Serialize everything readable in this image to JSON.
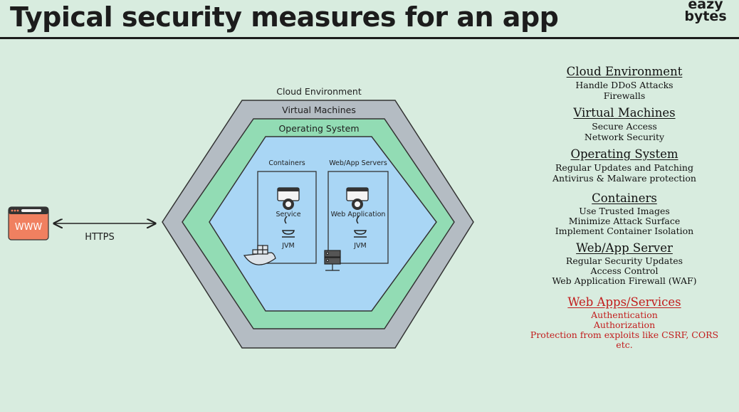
{
  "title": "Typical security measures for an app",
  "logo": {
    "line1": "eazy",
    "line2": "bytes"
  },
  "diagram": {
    "browser_label": "WWW",
    "connection_label": "HTTPS",
    "layers": {
      "cloud": "Cloud Environment",
      "vm": "Virtual Machines",
      "os": "Operating System"
    },
    "containers": {
      "title": "Containers",
      "service": "Service",
      "runtime": "JVM"
    },
    "servers": {
      "title": "Web/App Servers",
      "app": "Web Application",
      "runtime": "JVM"
    }
  },
  "measures": [
    {
      "heading": "Cloud Environment",
      "items": [
        "Handle DDoS Attacks",
        "Firewalls"
      ]
    },
    {
      "heading": "Virtual Machines",
      "items": [
        "Secure Access",
        "Network Security"
      ]
    },
    {
      "heading": "Operating System",
      "items": [
        "Regular Updates and Patching",
        "Antivirus & Malware protection"
      ]
    },
    {
      "heading": "Containers",
      "items": [
        "Use Trusted Images",
        "Minimize Attack Surface",
        "Implement Container Isolation"
      ]
    },
    {
      "heading": "Web/App Server",
      "items": [
        "Regular Security Updates",
        "Access Control",
        "Web Application Firewall (WAF)"
      ]
    },
    {
      "heading": "Web Apps/Services",
      "items": [
        "Authentication",
        "Authorization",
        "Protection from exploits like CSRF, CORS",
        "etc."
      ]
    }
  ],
  "colors": {
    "background": "#d8ecdf",
    "cloud_layer": "#b4bcc3",
    "vm_layer": "#92dcb4",
    "os_layer": "#a9d6f5",
    "browser": "#f08060",
    "highlight_red": "#c21c1c"
  }
}
